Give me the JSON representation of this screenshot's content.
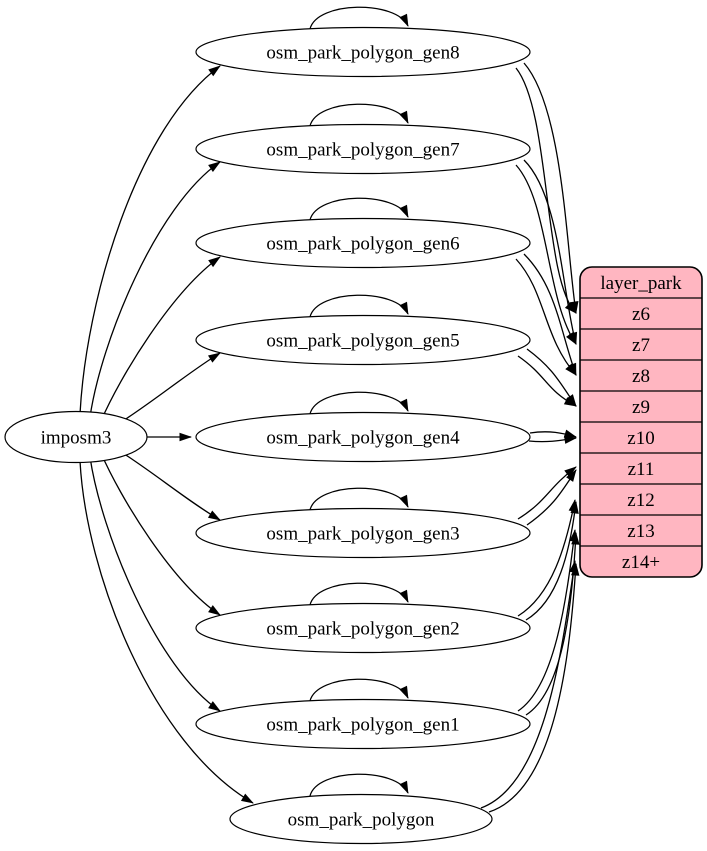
{
  "diagram": {
    "background": "#ffffff",
    "stroke_color": "#000000",
    "node_fill": "#ffffff",
    "source": {
      "id": "imposm3",
      "label": "imposm3"
    },
    "tables": [
      {
        "id": "osm_park_polygon_gen8",
        "label": "osm_park_polygon_gen8"
      },
      {
        "id": "osm_park_polygon_gen7",
        "label": "osm_park_polygon_gen7"
      },
      {
        "id": "osm_park_polygon_gen6",
        "label": "osm_park_polygon_gen6"
      },
      {
        "id": "osm_park_polygon_gen5",
        "label": "osm_park_polygon_gen5"
      },
      {
        "id": "osm_park_polygon_gen4",
        "label": "osm_park_polygon_gen4"
      },
      {
        "id": "osm_park_polygon_gen3",
        "label": "osm_park_polygon_gen3"
      },
      {
        "id": "osm_park_polygon_gen2",
        "label": "osm_park_polygon_gen2"
      },
      {
        "id": "osm_park_polygon_gen1",
        "label": "osm_park_polygon_gen1"
      },
      {
        "id": "osm_park_polygon",
        "label": "osm_park_polygon"
      }
    ],
    "layer": {
      "id": "layer_park",
      "title": "layer_park",
      "fill": "#ffb6c1",
      "rows": [
        "z6",
        "z7",
        "z8",
        "z9",
        "z10",
        "z11",
        "z12",
        "z13",
        "z14+"
      ]
    },
    "edges": {
      "from_source": [
        "osm_park_polygon_gen8",
        "osm_park_polygon_gen7",
        "osm_park_polygon_gen6",
        "osm_park_polygon_gen5",
        "osm_park_polygon_gen4",
        "osm_park_polygon_gen3",
        "osm_park_polygon_gen2",
        "osm_park_polygon_gen1",
        "osm_park_polygon"
      ],
      "self_loops": [
        "osm_park_polygon_gen8",
        "osm_park_polygon_gen7",
        "osm_park_polygon_gen6",
        "osm_park_polygon_gen5",
        "osm_park_polygon_gen4",
        "osm_park_polygon_gen3",
        "osm_park_polygon_gen2",
        "osm_park_polygon_gen1",
        "osm_park_polygon"
      ],
      "table_to_row": [
        {
          "from": "osm_park_polygon_gen8",
          "to": "z6"
        },
        {
          "from": "osm_park_polygon_gen7",
          "to": "z7"
        },
        {
          "from": "osm_park_polygon_gen6",
          "to": "z8"
        },
        {
          "from": "osm_park_polygon_gen5",
          "to": "z9"
        },
        {
          "from": "osm_park_polygon_gen4",
          "to": "z10"
        },
        {
          "from": "osm_park_polygon_gen3",
          "to": "z11"
        },
        {
          "from": "osm_park_polygon_gen2",
          "to": "z12"
        },
        {
          "from": "osm_park_polygon_gen1",
          "to": "z13"
        },
        {
          "from": "osm_park_polygon",
          "to": "z14+"
        }
      ]
    }
  }
}
